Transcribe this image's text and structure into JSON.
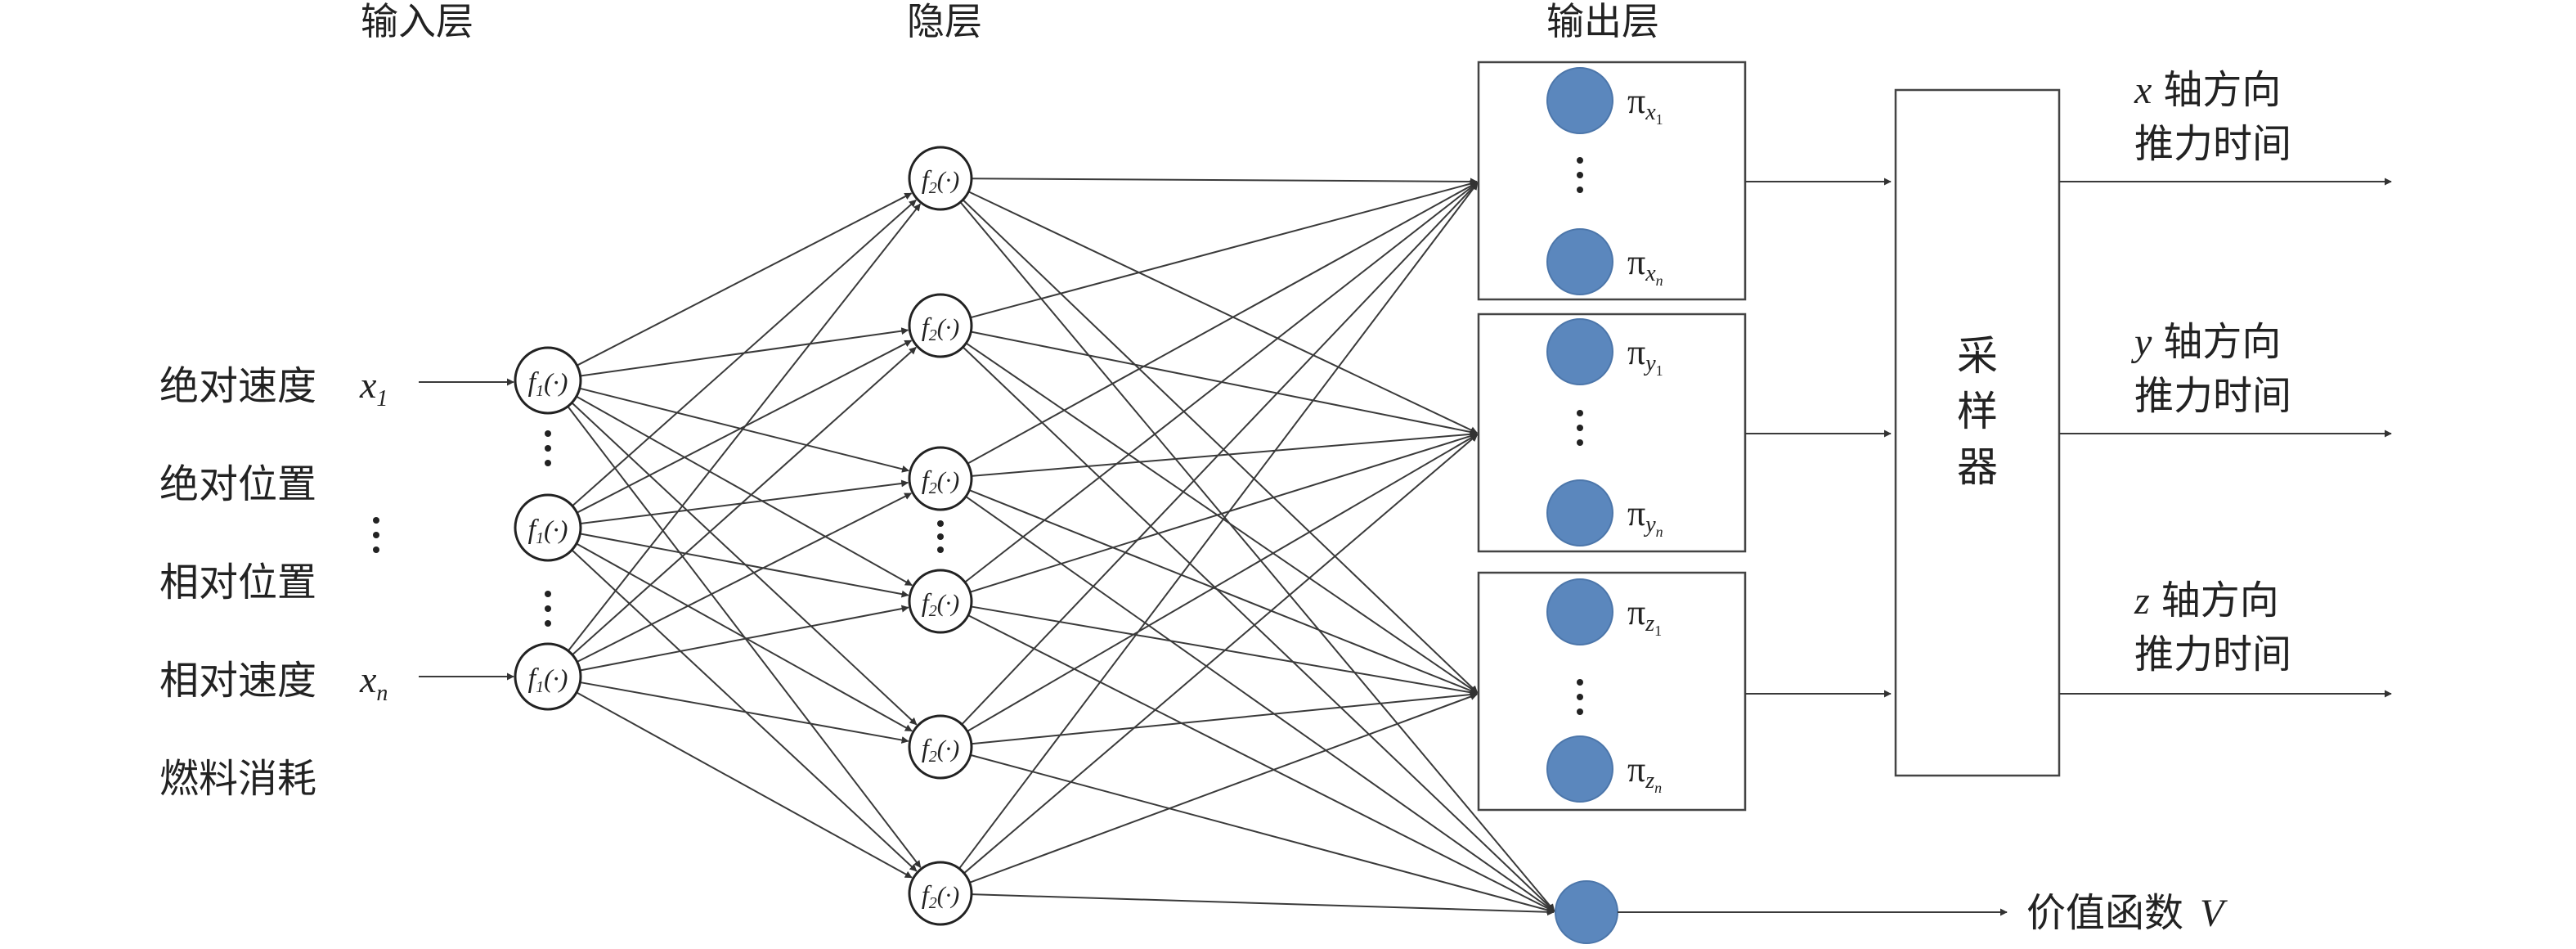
{
  "headers": {
    "input_layer": "输入层",
    "hidden_layer": "隐层",
    "output_layer": "输出层"
  },
  "inputs": {
    "items": [
      "绝对速度",
      "绝对位置",
      "相对位置",
      "相对速度",
      "燃料消耗"
    ],
    "x1": "x",
    "x1_sub": "1",
    "xn": "x",
    "xn_sub": "n"
  },
  "input_node_label": "f",
  "input_node_sub": "1",
  "input_node_arg": "(·)",
  "hidden_node_label": "f",
  "hidden_node_sub": "2",
  "hidden_node_arg": "(·)",
  "output_groups": [
    {
      "symbol": "π",
      "first": "x",
      "first_sub": "1",
      "last": "x",
      "last_sub": "n"
    },
    {
      "symbol": "π",
      "first": "y",
      "first_sub": "1",
      "last": "y",
      "last_sub": "n"
    },
    {
      "symbol": "π",
      "first": "z",
      "first_sub": "1",
      "last": "z",
      "last_sub": "n"
    }
  ],
  "sampler": [
    "采",
    "样",
    "器"
  ],
  "outputs": [
    {
      "axis": "x",
      "line1": "轴方向",
      "line2": "推力时间"
    },
    {
      "axis": "y",
      "line1": "轴方向",
      "line2": "推力时间"
    },
    {
      "axis": "z",
      "line1": "轴方向",
      "line2": "推力时间"
    }
  ],
  "value_function": {
    "label": "价值函数",
    "symbol": "V"
  },
  "colors": {
    "output_neuron": "#5b87bd",
    "lines": "#3a3a3a"
  }
}
